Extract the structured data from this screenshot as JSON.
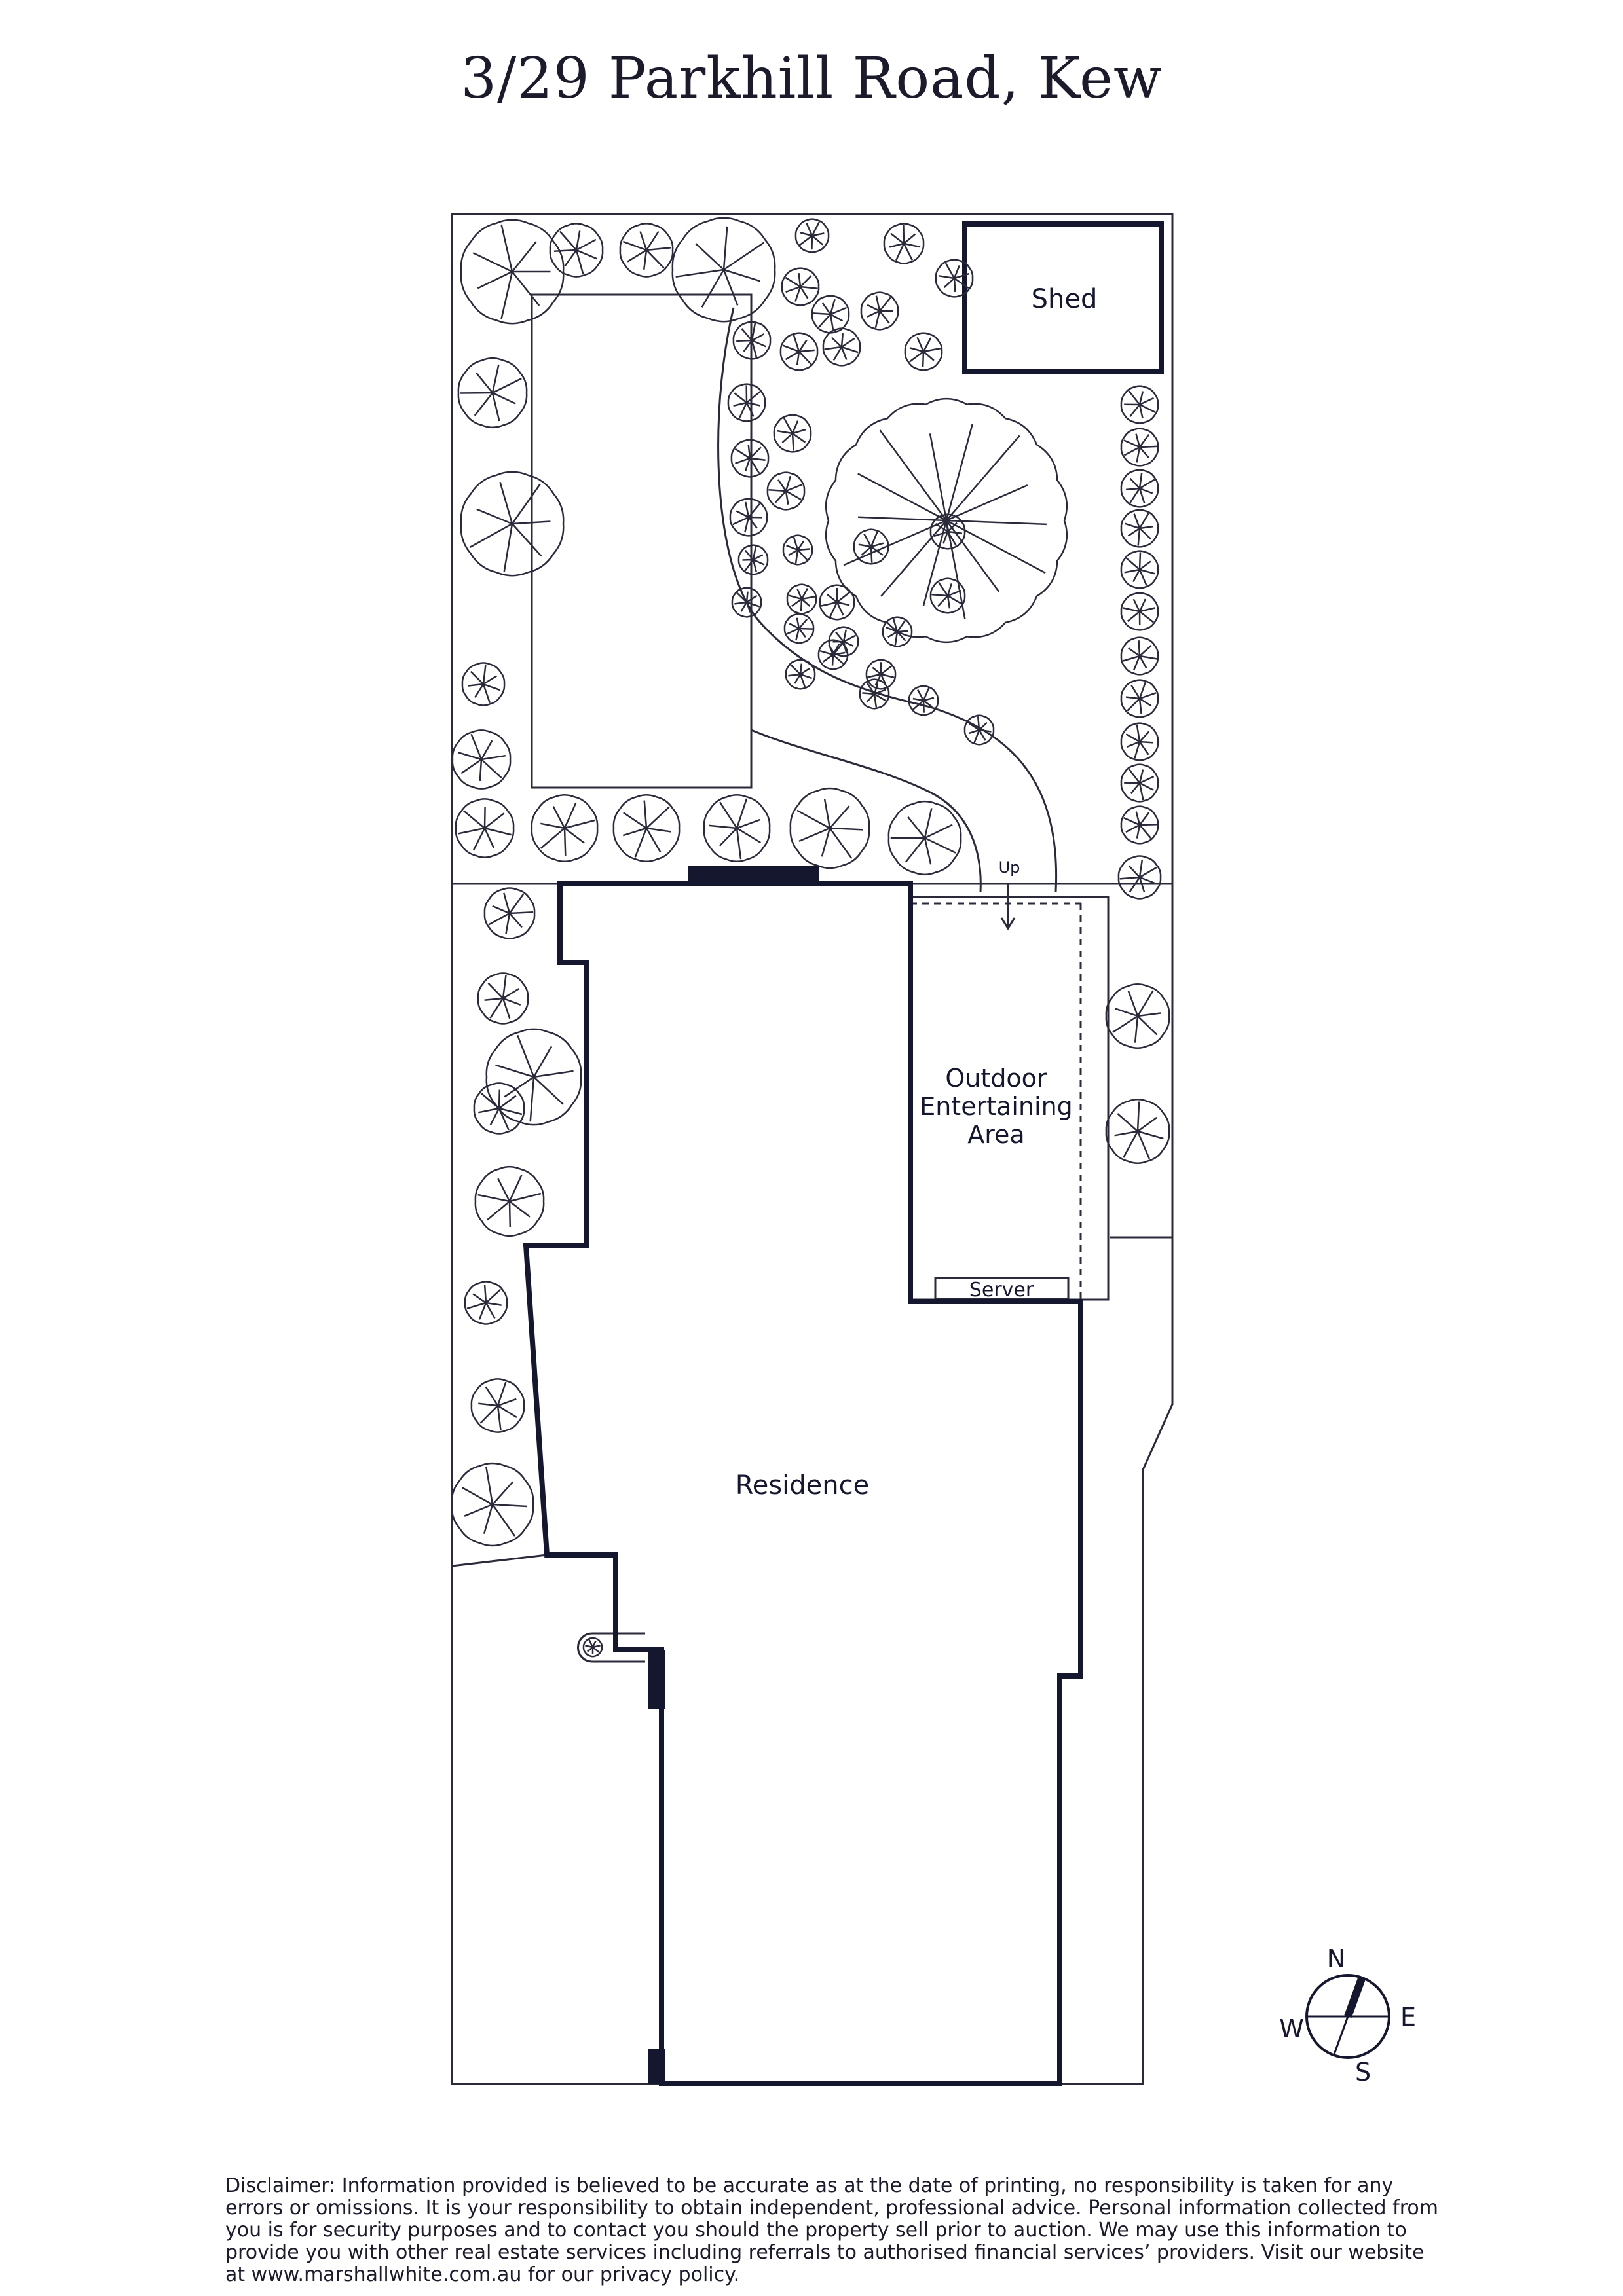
{
  "title": "3/29 Parkhill Road, Kew",
  "labels": {
    "shed": "Shed",
    "up": "Up",
    "outdoor_line1": "Outdoor",
    "outdoor_line2": "Entertaining",
    "outdoor_line3": "Area",
    "server": "Server",
    "residence": "Residence"
  },
  "compass": {
    "n": "N",
    "e": "E",
    "s": "S",
    "w": "W"
  },
  "disclaimer": "Disclaimer: Information provided is believed to be accurate as at the date of printing, no responsibility is taken for any errors or omissions. It is your responsibility to obtain independent, professional advice. Personal information collected from you is for security purposes and to contact you should the property sell prior to auction. We may use this information to provide you with other real estate services including referrals to authorised financial services’ providers. Visit our website at www.marshallwhite.com.au for our privacy policy.",
  "colors": {
    "ink": "#15172e",
    "thin_line": "#2a2a3a"
  }
}
